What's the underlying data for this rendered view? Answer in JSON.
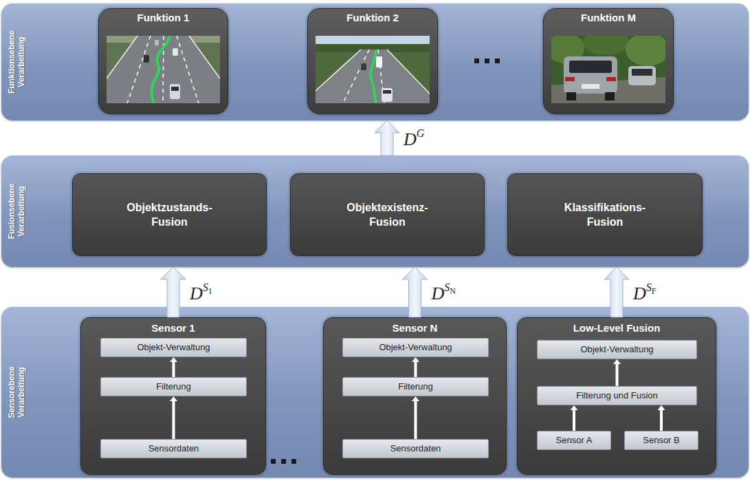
{
  "diagram": {
    "nodes": [
      {
        "text": [
          "Funktionsebene Verarbeitung"
        ]
      },
      {
        "text": [
          "Funktion 1"
        ],
        "in": 0
      },
      {
        "text": [
          "Funktion 2"
        ],
        "in": 0
      },
      {
        "text": [
          "Funktion M"
        ],
        "in": 0
      },
      {
        "text": [
          "Fusionsebene Verarbeitung"
        ]
      },
      {
        "text": [
          "Objektzustands- Fusion"
        ],
        "in": 4
      },
      {
        "text": [
          "Objektexistenz- Fusion"
        ],
        "in": 4
      },
      {
        "text": [
          "Klassifikations- Fusion"
        ],
        "in": 4
      },
      {
        "text": [
          "Sensorebene Verarbeitung"
        ]
      },
      {
        "text": [
          "Sensor 1"
        ],
        "in": 8
      },
      {
        "text": [
          "Objekt-Verwaltung"
        ],
        "in": 9
      },
      {
        "text": [
          "Filterung"
        ],
        "in": 9
      },
      {
        "text": [
          "Sensordaten"
        ],
        "in": 9
      },
      {
        "text": [
          "Sensor N"
        ],
        "in": 8
      },
      {
        "text": [
          "Objekt-Verwaltung"
        ],
        "in": 13
      },
      {
        "text": [
          "Filterung"
        ],
        "in": 13
      },
      {
        "text": [
          "Sensordaten"
        ],
        "in": 13
      },
      {
        "text": [
          "Low-Level Fusion"
        ],
        "in": 8
      },
      {
        "text": [
          "Objekt-Verwaltung"
        ],
        "in": 17
      },
      {
        "text": [
          "Filterung und Fusion"
        ],
        "in": 17
      },
      {
        "text": [
          "Sensor A"
        ],
        "in": 17
      },
      {
        "text": [
          "Sensor B"
        ],
        "in": 17
      }
    ],
    "edges": [
      {
        "from": 12,
        "to": 11,
        "arrow": "to"
      },
      {
        "from": 11,
        "to": 10,
        "arrow": "to"
      },
      {
        "from": 16,
        "to": 15,
        "arrow": "to"
      },
      {
        "from": 15,
        "to": 14,
        "arrow": "to"
      },
      {
        "from": 20,
        "to": 19,
        "arrow": "to"
      },
      {
        "from": 21,
        "to": 19,
        "arrow": "to"
      },
      {
        "from": 19,
        "to": 18,
        "arrow": "to"
      },
      {
        "from": 9,
        "to": 4,
        "label": "DS1",
        "arrow": "to"
      },
      {
        "from": 13,
        "to": 4,
        "label": "DSN",
        "arrow": "to"
      },
      {
        "from": 17,
        "to": 4,
        "label": "DSF",
        "arrow": "to"
      },
      {
        "from": 4,
        "to": 0,
        "label": "DG",
        "arrow": "to"
      }
    ]
  }
}
